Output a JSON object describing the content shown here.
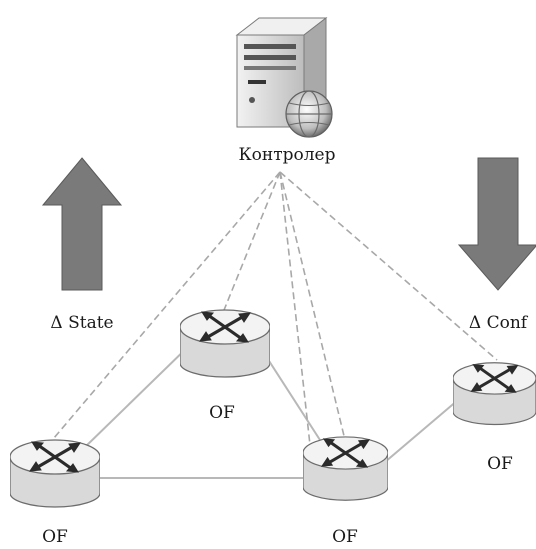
{
  "controller": {
    "label": "Контролер"
  },
  "arrows": {
    "state": {
      "label": "Δ State",
      "direction": "up"
    },
    "conf": {
      "label": "Δ Conf",
      "direction": "down"
    }
  },
  "switches": [
    {
      "id": "sw-top",
      "label": "OF"
    },
    {
      "id": "sw-bottom-left",
      "label": "OF"
    },
    {
      "id": "sw-bottom-right",
      "label": "OF"
    },
    {
      "id": "sw-right",
      "label": "OF"
    }
  ],
  "colors": {
    "arrow": "#7a7a7a",
    "arrow_edge": "#5a5a5a",
    "link": "#b8b8b8",
    "control_link": "#a8a8a8",
    "router_top": "#f3f3f3",
    "router_side": "#d9d9d9",
    "router_outline": "#6c6c6c",
    "router_arrows": "#2b2b2b",
    "server_body": "#e6e6e6",
    "server_front": "#c9c9c9"
  },
  "icons": {
    "controller": "server-globe-icon",
    "switch": "router-icon",
    "up_arrow": "up-arrow-icon",
    "down_arrow": "down-arrow-icon"
  }
}
